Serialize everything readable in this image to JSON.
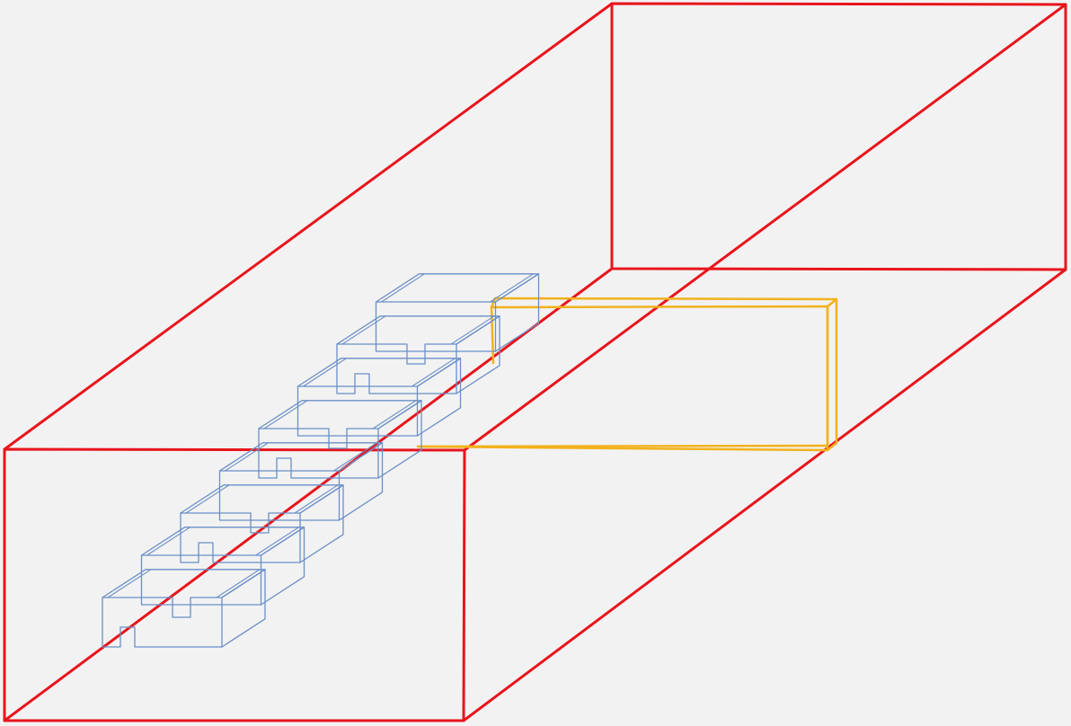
{
  "colors": {
    "background": "#f2f2f2",
    "bounding_box": "#e8141c",
    "highlight_slot": "#f2b21c",
    "interlocking_blocks": "#6a8fc7"
  },
  "figure": {
    "description_visible_text": "",
    "components": [
      {
        "id": "outer-bounding-box",
        "style": "wireframe",
        "color_key": "bounding_box"
      },
      {
        "id": "highlight-slot",
        "style": "wireframe",
        "color_key": "highlight_slot"
      },
      {
        "id": "interlocking-block-chain",
        "style": "wireframe",
        "color_key": "interlocking_blocks",
        "block_count": 8
      }
    ]
  }
}
